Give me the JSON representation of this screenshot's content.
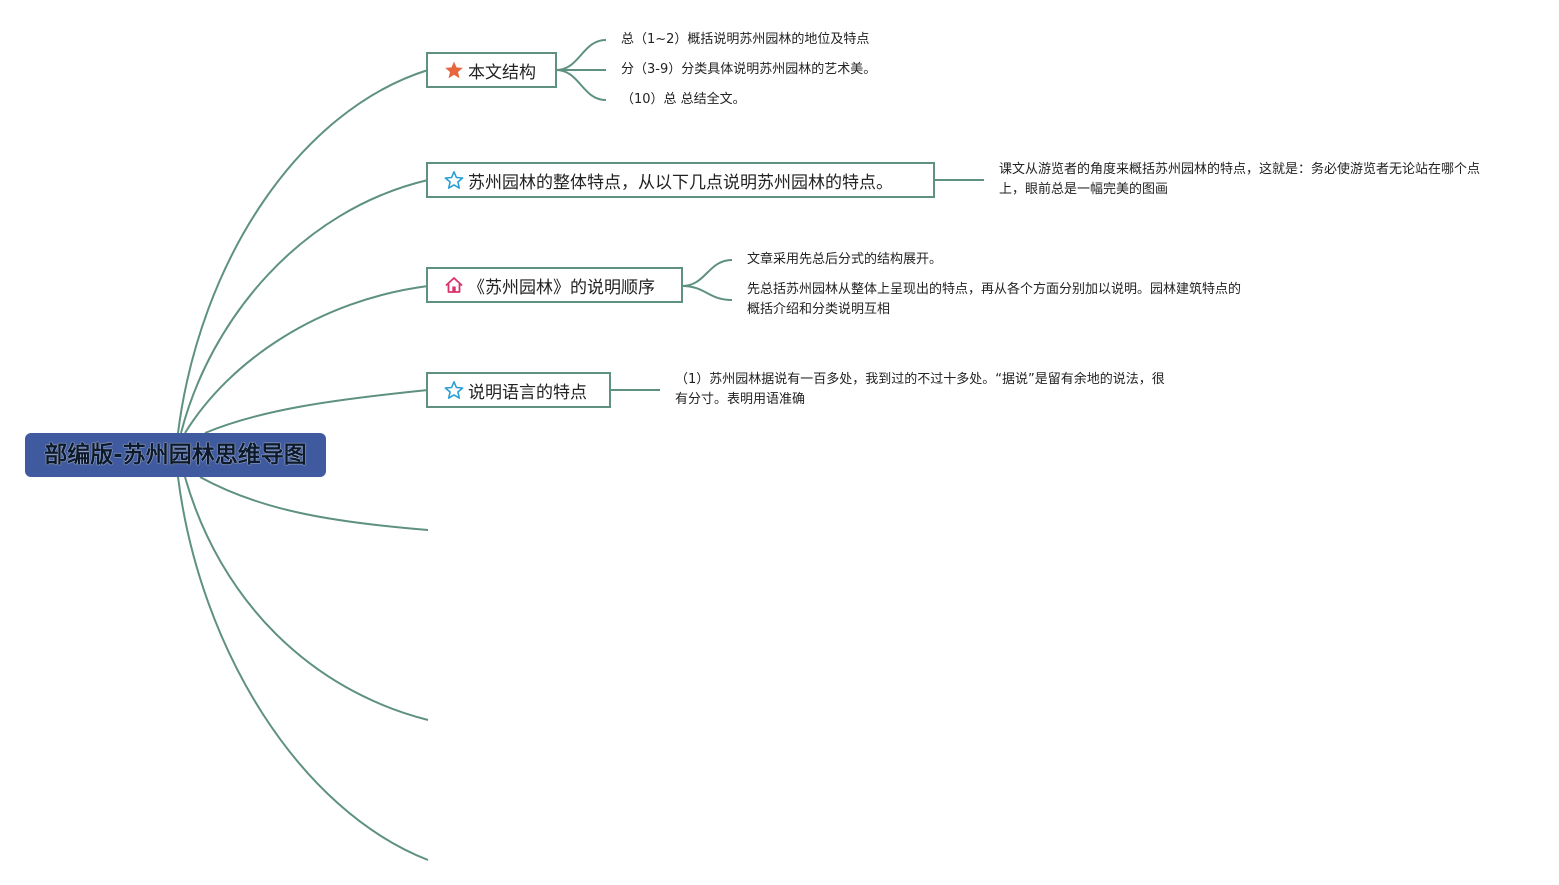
{
  "root": {
    "title": "部编版-苏州园林思维导图"
  },
  "branches": [
    {
      "label": "本文结构",
      "icon": "star-filled-icon",
      "icon_color": "#e8663d",
      "children": [
        "总（1~2）概括说明苏州园林的地位及特点",
        "分（3-9）分类具体说明苏州园林的艺术美。",
        "（10）总 总结全文。"
      ]
    },
    {
      "label": "苏州园林的整体特点，从以下几点说明苏州园林的特点。",
      "icon": "star-outline-icon",
      "icon_color": "#2a9fd6",
      "children": [
        "课文从游览者的角度来概括苏州园林的特点，这就是：务必使游览者无论站在哪个点上，眼前总是一幅完美的图画"
      ]
    },
    {
      "label": "《苏州园林》的说明顺序",
      "icon": "house-icon",
      "icon_color": "#d8336a",
      "children": [
        "文章采用先总后分式的结构展开。",
        "先总括苏州园林从整体上呈现出的特点，再从各个方面分别加以说明。园林建筑特点的概括介绍和分类说明互相"
      ]
    },
    {
      "label": "说明语言的特点",
      "icon": "star-outline-icon",
      "icon_color": "#2a9fd6",
      "children": [
        "（1）苏州园林据说有一百多处，我到过的不过十多处。“据说”是留有余地的说法，很有分寸。表明用语准确"
      ]
    }
  ],
  "colors": {
    "root_fill": "#3f5a9f",
    "root_text": "#0d1a2c",
    "line": "#5e9180",
    "box_border": "#5e9180"
  }
}
